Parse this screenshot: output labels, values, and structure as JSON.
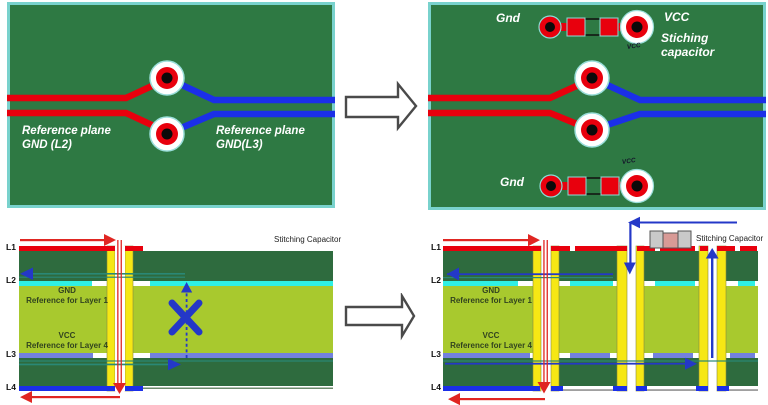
{
  "colors": {
    "board_green": "#2e7943",
    "board_border": "#79d2cd",
    "trace_red": "#e8000d",
    "trace_blue": "#1b2fe8",
    "via_hole": "#0a0a0a",
    "xsec_dark_green": "#2e6b3e",
    "xsec_light_green": "#a8c92e",
    "gnd_plane_cyan": "#2ff0e4",
    "vcc_plane_blue": "#7381dd",
    "via_yellow": "#f6e714",
    "arrow_red": "#e02622",
    "arrow_blue": "#2438c8",
    "return_teal": "#2a8876",
    "cap_body_pink": "#d89a96",
    "cap_pad_gray": "#c9c9c9",
    "label_white": "#ffffff",
    "label_dark": "#1c1c1c",
    "ref_text_green": "#31431f"
  },
  "top_left": {
    "ref_plane_left": [
      "Reference plane",
      "GND (L2)"
    ],
    "ref_plane_right": [
      "Reference plane",
      "GND(L3)"
    ]
  },
  "top_right": {
    "gnd_top_label": "Gnd",
    "vcc_top_label": "VCC",
    "stitching_label": [
      "Stiching",
      "capacitor"
    ],
    "vcc_small_top": "VCC",
    "vcc_small_bottom": "VCC",
    "gnd_bottom_label": "Gnd"
  },
  "bottom_left": {
    "title": "Stitching Capacitor",
    "layer_labels": [
      "L1",
      "L2",
      "L3",
      "L4"
    ],
    "gnd_ref": [
      "GND",
      "Reference for Layer 1"
    ],
    "vcc_ref": [
      "VCC",
      "Reference for Layer 4"
    ]
  },
  "bottom_right": {
    "title": "Stitching Capacitor",
    "layer_labels": [
      "L1",
      "L2",
      "L3",
      "L4"
    ],
    "gnd_ref": [
      "GND",
      "Reference for Layer 1"
    ],
    "vcc_ref": [
      "VCC",
      "Reference for Layer 4"
    ]
  }
}
